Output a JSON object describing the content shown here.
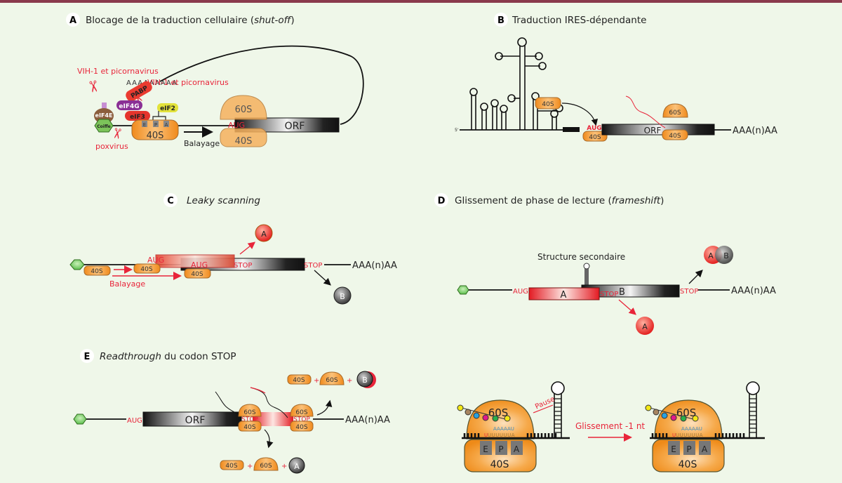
{
  "figure": {
    "top_border_color": "#8a3a4c",
    "background_color": "#eff7e9",
    "accent_red": "#e8253a",
    "ribosome_orange": "#f29a2e"
  },
  "panelA": {
    "letter": "A",
    "title": "Blocage de la traduction cellulaire (",
    "title_italic": "shut-off",
    "title_end": ")",
    "virus_label_1": "VIH-1 et picornavirus",
    "virus_label_2": "VIH-1 et picornavirus",
    "virus_label_3": "poxvirus",
    "polyA": "AAAAAAAAA",
    "factors": [
      "PABP",
      "eIF4G",
      "eIF4E",
      "eIF3",
      "eIF2",
      "Coiffe"
    ],
    "ribosome_40S": "40S",
    "ribosome_60S": "60S",
    "sites": [
      "E",
      "P",
      "A"
    ],
    "aug": "AUG",
    "orf": "ORF",
    "scan_label": "Balayage"
  },
  "panelB": {
    "letter": "B",
    "title": "Traduction IRES-dépendante",
    "five_prime": "5'",
    "ribosome_40S": "40S",
    "ribosome_60S": "60S",
    "aug": "AUG",
    "orf": "ORF",
    "polyA": "AAA(n)AA"
  },
  "panelC": {
    "letter": "C",
    "title": "Leaky scanning",
    "ribosome_40S": "40S",
    "aug": "AUG",
    "stop": "STOP",
    "scan_label": "Balayage",
    "polyA": "AAA(n)AA",
    "product_a": "A",
    "product_b": "B"
  },
  "panelD": {
    "letter": "D",
    "title": "Glissement de phase de lecture (",
    "title_italic": "frameshift",
    "title_end": ")",
    "structure_label": "Structure secondaire",
    "aug": "AUG",
    "stop": "STOP",
    "frame_a": "A",
    "frame_b": "B",
    "polyA": "AAA(n)AA",
    "product_a": "A",
    "product_ab_a": "A",
    "product_ab_b": "B",
    "pause_label": "Pause",
    "slip_label": "Glissement -1 nt",
    "ribosome_40S": "40S",
    "ribosome_60S": "60S",
    "sites": [
      "E",
      "P",
      "A"
    ],
    "anticodons": [
      "AAA",
      "AAU"
    ],
    "slippery_seq": "UUUUUUA",
    "slippery_first": "U"
  },
  "panelE": {
    "letter": "E",
    "title_italic": "Readthrough",
    "title_rest": " du codon STOP",
    "aug": "AUG",
    "orf": "ORF",
    "stop": "STOP",
    "ribosome_40S": "40S",
    "ribosome_60S": "60S",
    "polyA": "AAA(n)AA",
    "plus": "+",
    "product_a": "A",
    "product_b": "B"
  }
}
